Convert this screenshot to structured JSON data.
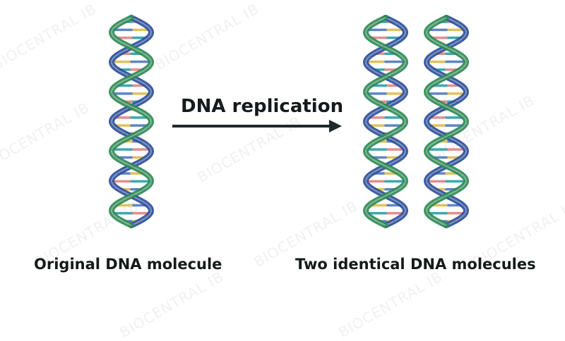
{
  "diagram": {
    "process_label": "DNA replication",
    "left_caption": "Original DNA molecule",
    "right_caption": "Two identical DNA molecules",
    "watermark": "BIOCENTRAL IB"
  },
  "colors": {
    "strand_blue": "#2c4f9a",
    "strand_green": "#2f8a55",
    "base_pink": "#e58c8c",
    "base_yellow": "#e2c15a",
    "base_teal": "#3aa8b0",
    "base_blue": "#5f84c8",
    "arrow": "#1f2a2a"
  },
  "icons": [
    "dna-helix-original",
    "dna-helix-copy-1",
    "dna-helix-copy-2",
    "right-arrow-icon"
  ]
}
